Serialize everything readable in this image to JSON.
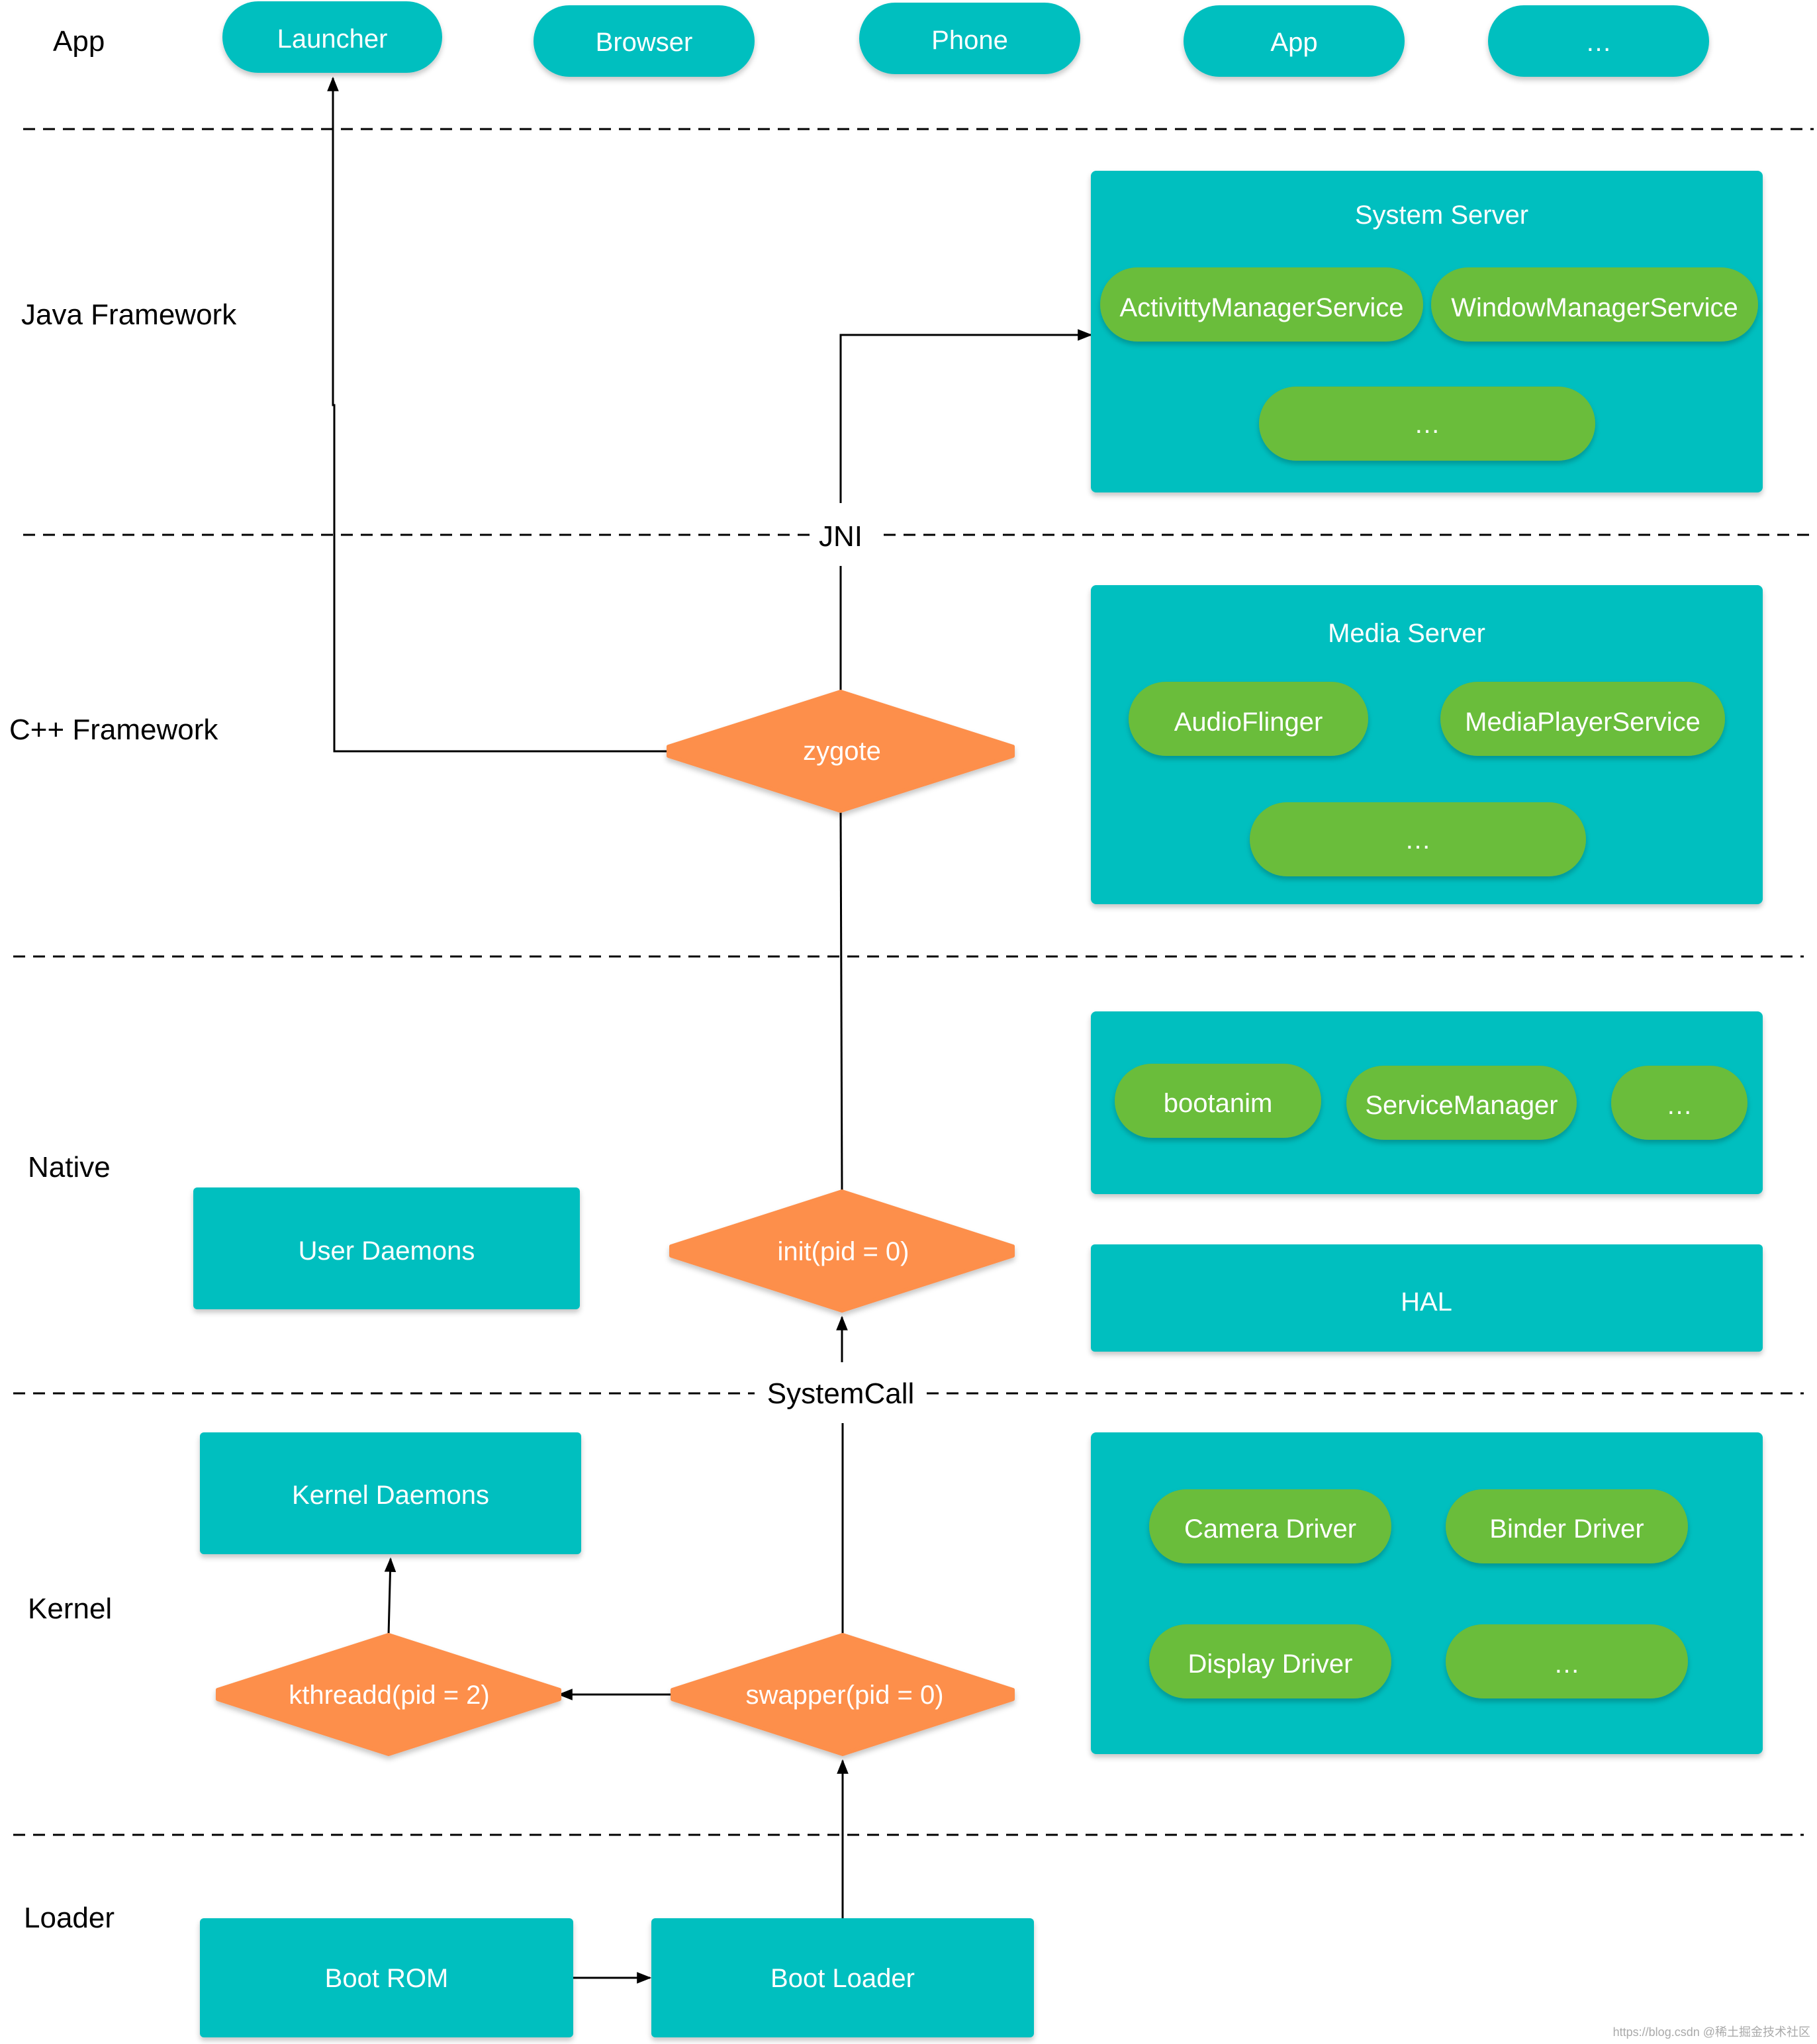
{
  "colors": {
    "teal": "#00BFBF",
    "green": "#6ABD3A",
    "orange": "#FD8F4B",
    "line": "#000000"
  },
  "layers": {
    "app": "App",
    "java": "Java Framework",
    "cpp": "C++ Framework",
    "native": "Native",
    "kernel": "Kernel",
    "loader": "Loader"
  },
  "separators": {
    "jni": "JNI",
    "systemcall": "SystemCall"
  },
  "apps": {
    "launcher": "Launcher",
    "browser": "Browser",
    "phone": "Phone",
    "app": "App",
    "more": "…"
  },
  "system_server": {
    "title": "System Server",
    "ams": "ActivittyManagerService",
    "wms": "WindowManagerService",
    "more": "…"
  },
  "media_server": {
    "title": "Media Server",
    "audioflinger": "AudioFlinger",
    "mediaplayer": "MediaPlayerService",
    "more": "…"
  },
  "native": {
    "bootanim": "bootanim",
    "servicemanager": "ServiceManager",
    "more": "…",
    "hal": "HAL",
    "user_daemons": "User Daemons"
  },
  "process": {
    "zygote": "zygote",
    "init": "init(pid = 0)",
    "swapper": "swapper(pid = 0)",
    "kthreadd": "kthreadd(pid = 2)"
  },
  "kernel": {
    "kernel_daemons": "Kernel Daemons",
    "camera": "Camera Driver",
    "binder": "Binder Driver",
    "display": "Display Driver",
    "more": "…"
  },
  "loader": {
    "boot_rom": "Boot ROM",
    "boot_loader": "Boot Loader"
  },
  "watermark": "https://blog.csdn @稀土掘金技术社区"
}
